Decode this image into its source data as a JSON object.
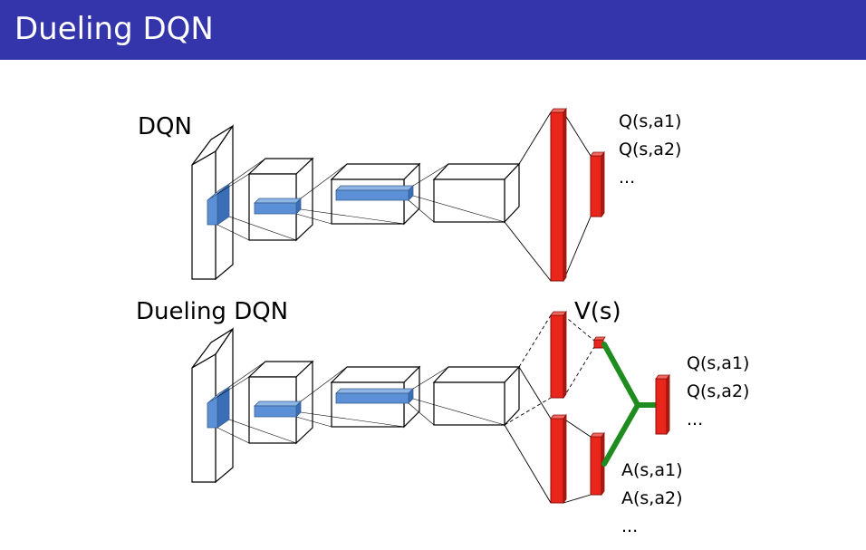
{
  "slide": {
    "title": "Dueling DQN"
  },
  "diagram": {
    "dqn": {
      "label": "DQN",
      "outputs": [
        "Q(s,a1)",
        "Q(s,a2)",
        "..."
      ]
    },
    "dueling": {
      "label": "Dueling DQN",
      "value_label": "V(s)",
      "q_outputs": [
        "Q(s,a1)",
        "Q(s,a2)",
        "..."
      ],
      "advantage_outputs": [
        "A(s,a1)",
        "A(s,a2)",
        "..."
      ]
    },
    "colors": {
      "title_bar": "#3535ab",
      "feature_map": "#5b8fd6",
      "dense_layer": "#e8261c",
      "aggregation": "#1e8c1e"
    }
  }
}
